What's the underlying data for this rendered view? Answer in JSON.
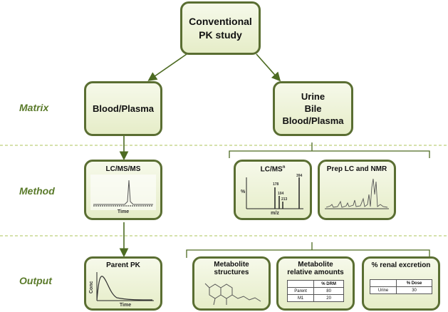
{
  "top_box": {
    "line1": "Conventional",
    "line2": "PK study"
  },
  "row_labels": {
    "matrix": "Matrix",
    "method": "Method",
    "output": "Output"
  },
  "matrix": {
    "left": "Blood/Plasma",
    "right": {
      "line1": "Urine",
      "line2": "Bile",
      "line3": "Blood/Plasma"
    }
  },
  "method": {
    "lcmsms": {
      "title": "LC/MS/MS",
      "xlabel": "Time"
    },
    "lcmsn": {
      "title": "LC/MS",
      "title_sup": "n",
      "ylabel": "%",
      "xlabel": "m/z",
      "peaks": [
        "178",
        "104",
        "213",
        "394"
      ]
    },
    "prep": {
      "title": "Prep LC and NMR"
    }
  },
  "output": {
    "parent_pk": {
      "title": "Parent PK",
      "ylabel": "Conc",
      "xlabel": "Time"
    },
    "structures": {
      "line1": "Metabolite",
      "line2": "structures"
    },
    "relative": {
      "line1": "Metabolite",
      "line2": "relative amounts",
      "table": {
        "header": [
          "",
          "% DRM"
        ],
        "rows": [
          [
            "Parent",
            "80"
          ],
          [
            "M1",
            "20"
          ]
        ]
      }
    },
    "renal": {
      "title": "% renal excretion",
      "table": {
        "header": [
          "",
          "% Dose"
        ],
        "rows": [
          [
            "Urine",
            "30"
          ]
        ]
      }
    }
  },
  "colors": {
    "border": "#5a6e32",
    "label": "#5a7a2a",
    "arrow": "#4d6b22",
    "divider": "#c8d890"
  }
}
